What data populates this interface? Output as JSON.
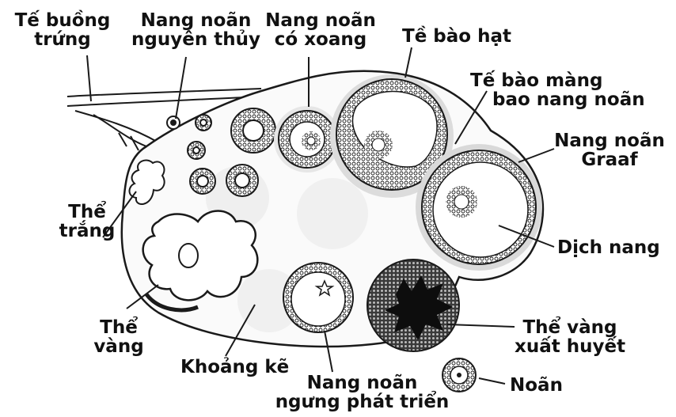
{
  "colors": {
    "ink": "#111111",
    "stroke": "#1a1a1a",
    "shade": "#cfcfcf",
    "paper": "#ffffff"
  },
  "labels": {
    "ovary_tube_1": "Tế buồng",
    "ovary_tube_2": "trứng",
    "primordial_1": "Nang noãn",
    "primordial_2": "nguyên thủy",
    "antral_1": "Nang noãn",
    "antral_2": "có xoang",
    "granulosa": "Tề bào hạt",
    "theca_1": "Tế bào màng",
    "theca_2": "bao nang noãn",
    "graaf_1": "Nang noãn",
    "graaf_2": "Graaf",
    "albicans_1": "Thể",
    "albicans_2": "trắng",
    "follicular_fluid": "Dịch nang",
    "luteum_1": "Thể",
    "luteum_2": "vàng",
    "interstitial": "Khoảng kẽ",
    "atretic_1": "Nang noãn",
    "atretic_2": "ngưng phát triển",
    "hemorrhagicum_1": "Thể vàng",
    "hemorrhagicum_2": "xuất huyết",
    "oocyte": "Noãn"
  }
}
